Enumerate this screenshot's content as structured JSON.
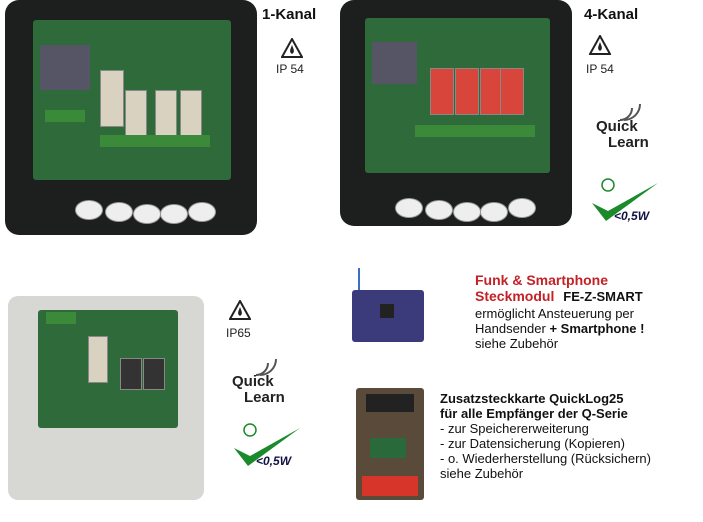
{
  "products": [
    {
      "title": "1-Kanal",
      "ip": "IP 54"
    },
    {
      "title": "4-Kanal",
      "ip": "IP 54"
    },
    {
      "title": "",
      "ip": "IP65"
    }
  ],
  "badges": {
    "quick": "Quick",
    "learn": "Learn",
    "power": "<0,5W"
  },
  "module_smart": {
    "line1": "Funk & Smartphone",
    "line2_red": "Steckmodul",
    "line2_bold": "FE-Z-SMART",
    "line3": "ermöglicht Ansteuerung per",
    "line4": "Handsender",
    "line4_bold": "+ Smartphone !",
    "line5": "siehe  Zubehör"
  },
  "module_log": {
    "line1": "Zusatzsteckkarte QuickLog25",
    "line2": "für alle Empfänger der Q-Serie",
    "items": [
      "- zur Speichererweiterung",
      "- zur Datensicherung (Kopieren)",
      "- o. Wiederherstellung (Rücksichern)"
    ],
    "line_last": "siehe  Zubehör"
  },
  "colors": {
    "accent_red": "#c42126",
    "check_green": "#1a8a2a"
  }
}
